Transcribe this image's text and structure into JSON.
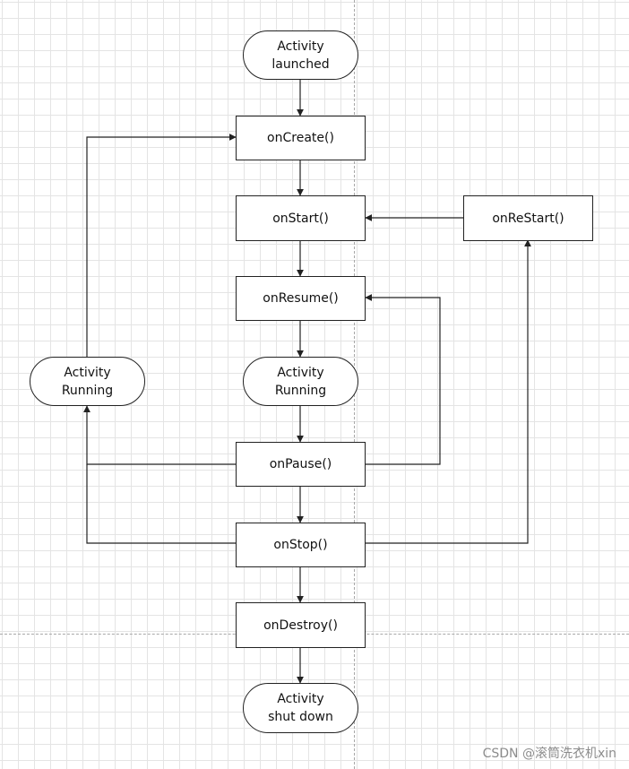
{
  "nodes": {
    "launched": [
      "Activity",
      "launched"
    ],
    "on_create": "onCreate()",
    "on_start": "onStart()",
    "on_restart": "onReStart()",
    "on_resume": "onResume()",
    "running_left": [
      "Activity",
      "Running"
    ],
    "running_center": [
      "Activity",
      "Running"
    ],
    "on_pause": "onPause()",
    "on_stop": "onStop()",
    "on_destroy": "onDestroy()",
    "shut_down": [
      "Activity",
      "shut down"
    ]
  },
  "colors": {
    "line": "#222222",
    "grid": "#e4e4e4",
    "guide": "#a8a8a8",
    "watermark": "#8c8c8c"
  },
  "watermark": "CSDN @滚筒洗衣机xin"
}
